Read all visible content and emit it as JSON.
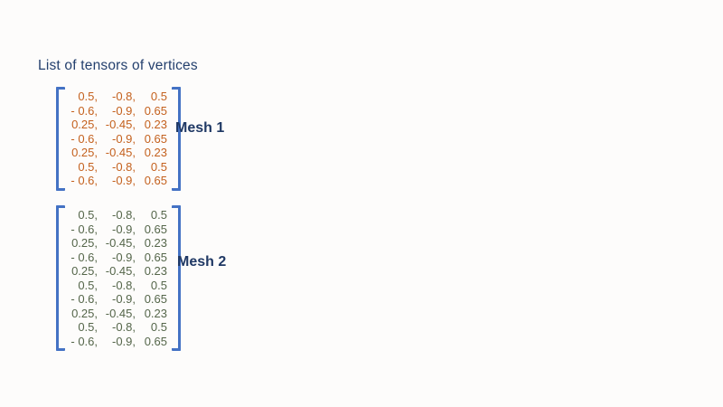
{
  "page": {
    "title": "List of tensors of vertices",
    "background": "#FDFCFB"
  },
  "colors": {
    "title_text": "#24406E",
    "mesh_label_text": "#1F3864",
    "bracket": "#4472C4"
  },
  "meshes": [
    {
      "label": "Mesh 1",
      "value_color": "#C4611E",
      "rows": [
        [
          "0.5,",
          "-0.8,",
          "0.5"
        ],
        [
          "- 0.6,",
          "-0.9,",
          "0.65"
        ],
        [
          "0.25,",
          "-0.45,",
          "0.23"
        ],
        [
          "- 0.6,",
          "-0.9,",
          "0.65"
        ],
        [
          "0.25,",
          "-0.45,",
          "0.23"
        ],
        [
          "0.5,",
          "-0.8,",
          "0.5"
        ],
        [
          "- 0.6,",
          "-0.9,",
          "0.65"
        ]
      ]
    },
    {
      "label": "Mesh 2",
      "value_color": "#55664A",
      "rows": [
        [
          "0.5,",
          "-0.8,",
          "0.5"
        ],
        [
          "- 0.6,",
          "-0.9,",
          "0.65"
        ],
        [
          "0.25,",
          "-0.45,",
          "0.23"
        ],
        [
          "- 0.6,",
          "-0.9,",
          "0.65"
        ],
        [
          "0.25,",
          "-0.45,",
          "0.23"
        ],
        [
          "0.5,",
          "-0.8,",
          "0.5"
        ],
        [
          "- 0.6,",
          "-0.9,",
          "0.65"
        ],
        [
          "0.25,",
          "-0.45,",
          "0.23"
        ],
        [
          "0.5,",
          "-0.8,",
          "0.5"
        ],
        [
          "- 0.6,",
          "-0.9,",
          "0.65"
        ]
      ]
    }
  ]
}
